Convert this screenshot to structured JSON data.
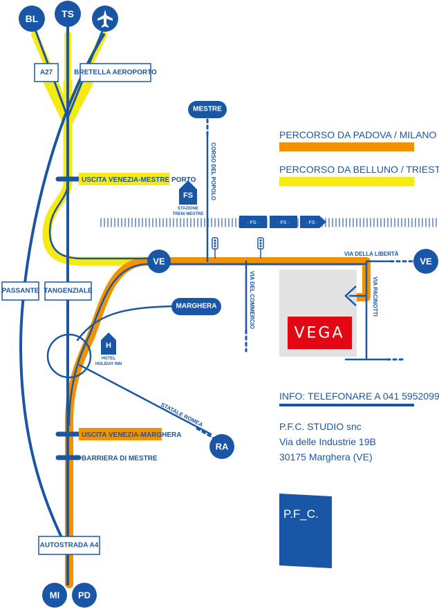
{
  "destinations": {
    "bl": "BL",
    "ts": "TS",
    "airport_icon": "airplane-icon",
    "mestre": "MESTRE",
    "ve_left": "VE",
    "ve_right": "VE",
    "marghera": "MARGHERA",
    "ra": "RA",
    "mi": "MI",
    "pd": "PD"
  },
  "boxes": {
    "a27": "A27",
    "bretella": "BRETELLA AEROPORTO",
    "passante": "PASSANTE",
    "tangenziale": "TANGENZIALE",
    "autostrada": "AUTOSTRADA A4"
  },
  "labels": {
    "uscita_porto": "USCITA VENEZIA-MESTRE PORTO",
    "uscita_marghera": "USCITA VENEZIA-MARGHERA",
    "barriera": "BARRIERA DI MESTRE",
    "corso_popolo": "CORSO DEL POPOLO",
    "via_commercio": "VIA DEL COMMERCIO",
    "via_liberta": "VIA DELLA LIBERTÀ",
    "via_pacinotti": "VIA PACINOTTI",
    "statale_romea": "STATALE ROMEA",
    "fs": "FS",
    "stazione_line1": "STAZIONE",
    "stazione_line2": "TRENI MESTRE",
    "hotel_letter": "H",
    "hotel_line1": "HOTEL",
    "hotel_line2": "HOLIDAY INN",
    "train_car": "· FS ·"
  },
  "legend": {
    "padova_milano": "PERCORSO DA PADOVA / MILANO",
    "belluno_trieste": "PERCORSO DA BELLUNO / TRIESTE"
  },
  "info": {
    "phone": "INFO: TELEFONARE A 041 5952099",
    "company": "P.F.C. STUDIO snc",
    "address": "Via delle Industrie 19B",
    "city": "30175 Marghera (VE)"
  },
  "vega_logo": "VEGA",
  "pfc_logo": "P.F_C.",
  "colors": {
    "blue": "#1a56a6",
    "orange": "#f39200",
    "yellow": "#f5ea14",
    "vega_red": "#e30613",
    "building_gray": "#e2e2e2"
  }
}
